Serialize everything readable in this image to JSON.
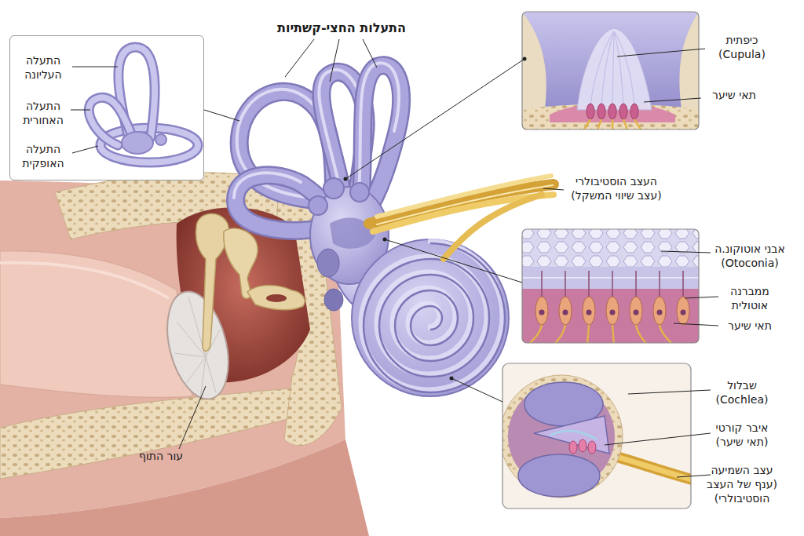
{
  "diagram": {
    "nodes": [
      {
        "text": [
          "התעלה העליונה",
          "התעלה האחורית",
          "התעלה האופקית"
        ]
      }
    ],
    "labels": [
      "התעלות החצי-קשתיות",
      "כיפתית (Cupula)",
      "תאי שיער",
      "העצב הוסטיבולרי (עצב שיווי המשקל)",
      "אבני אוטוקונ.ה (Otoconia)",
      "ממברנה אוטולית",
      "תאי שיער",
      "שבלול (Cochlea)",
      "איבר קורטי (תאי שיער)",
      "עצב השמיעה (ענף של העצב הוסטיבולרי)",
      "עור התוף"
    ]
  }
}
